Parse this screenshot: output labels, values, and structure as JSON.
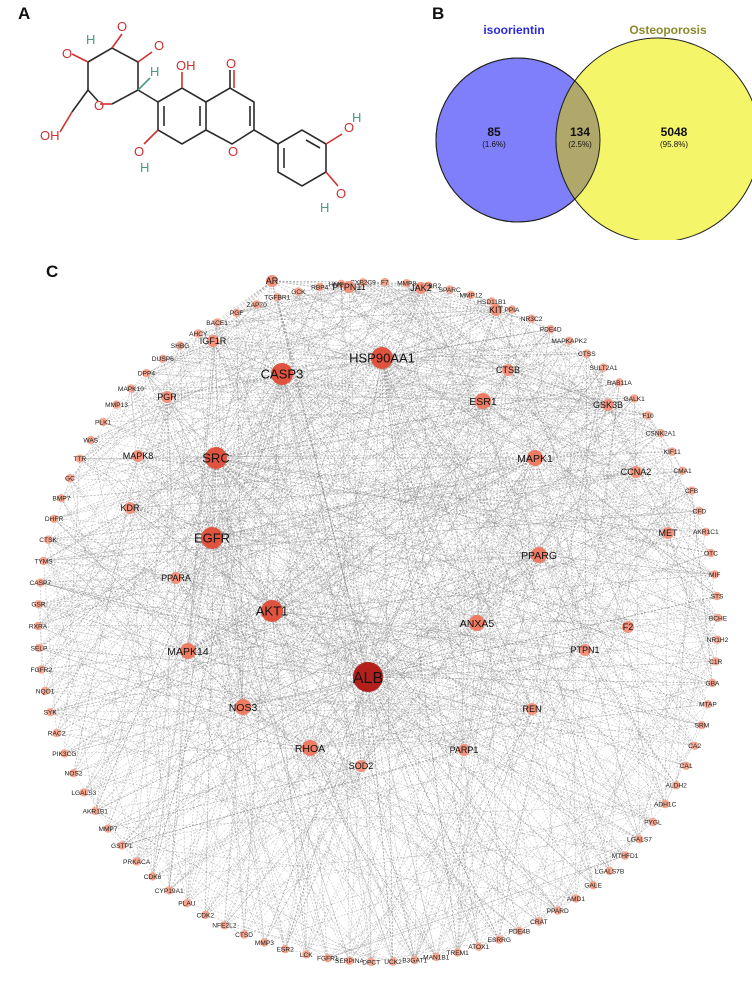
{
  "panels": {
    "a": "A",
    "b": "B",
    "c": "C"
  },
  "molecule": {
    "atoms": {
      "oxygen": "O",
      "hydroxyl": "OH",
      "hydrogen": "H"
    }
  },
  "venn": {
    "left_title": "isoorientin",
    "right_title": "Osteoporosis",
    "left_color": "#7f7ffb",
    "right_color": "#f5f56a",
    "overlap_color": "#b0a86a",
    "left_title_color": "#2a2ad6",
    "right_title_color": "#8a8a2a",
    "left_count": "85",
    "left_pct": "(1.6%)",
    "overlap_count": "134",
    "overlap_pct": "(2.5%)",
    "right_count": "5048",
    "right_pct": "(95.8%)"
  },
  "network": {
    "inner_nodes": [
      {
        "label": "ALB",
        "tier": 1
      },
      {
        "label": "AKT1",
        "tier": 2
      },
      {
        "label": "EGFR",
        "tier": 2
      },
      {
        "label": "SRC",
        "tier": 2
      },
      {
        "label": "CASP3",
        "tier": 2
      },
      {
        "label": "HSP90AA1",
        "tier": 2
      },
      {
        "label": "ESR1",
        "tier": 3
      },
      {
        "label": "PPARG",
        "tier": 3
      },
      {
        "label": "MAPK1",
        "tier": 3
      },
      {
        "label": "ANXA5",
        "tier": 3
      },
      {
        "label": "MAPK14",
        "tier": 3
      },
      {
        "label": "NOS3",
        "tier": 3
      },
      {
        "label": "RHOA",
        "tier": 3
      },
      {
        "label": "PPARA",
        "tier": 4
      },
      {
        "label": "KDR",
        "tier": 4
      },
      {
        "label": "MAPK8",
        "tier": 4
      },
      {
        "label": "PGR",
        "tier": 4
      },
      {
        "label": "IGF1R",
        "tier": 4
      },
      {
        "label": "AR",
        "tier": 4
      },
      {
        "label": "PTPN11",
        "tier": 4
      },
      {
        "label": "JAK2",
        "tier": 4
      },
      {
        "label": "KIT",
        "tier": 4
      },
      {
        "label": "CTSB",
        "tier": 4
      },
      {
        "label": "GSK3B",
        "tier": 4
      },
      {
        "label": "CCNA2",
        "tier": 4
      },
      {
        "label": "MET",
        "tier": 4
      },
      {
        "label": "F2",
        "tier": 4
      },
      {
        "label": "PTPN1",
        "tier": 4
      },
      {
        "label": "REN",
        "tier": 4
      },
      {
        "label": "PARP1",
        "tier": 4
      },
      {
        "label": "SOD2",
        "tier": 4
      }
    ],
    "outer_nodes": [
      "F7",
      "MMP8",
      "TGFBR2",
      "SPARC",
      "MMP12",
      "HSD11B1",
      "PPIA",
      "NR3C2",
      "PDE4D",
      "MAPKAPK2",
      "CTSS",
      "SULT2A1",
      "RAB11A",
      "GALK1",
      "F10",
      "CSNK2A1",
      "KIF11",
      "CMA1",
      "CFB",
      "CFD",
      "AKR1C1",
      "OTC",
      "MIF",
      "STS",
      "BCHE",
      "NR1H2",
      "C1R",
      "GBA",
      "MTAP",
      "SRM",
      "CA2",
      "CA1",
      "ALDH2",
      "ADH1C",
      "PYGL",
      "LGALS7",
      "MTHFD1",
      "LGALS7B",
      "GALE",
      "AMD1",
      "PPARD",
      "CRAT",
      "PDE4B",
      "ESRRG",
      "ATOX1",
      "TREM1",
      "MAN1B1",
      "B3GAT1",
      "UCK2",
      "DPCT",
      "SERPINA",
      "FGFR1",
      "LCK",
      "ESR2",
      "MMP3",
      "CTSD",
      "NFE2L2",
      "CDK2",
      "PLAU",
      "CYP19A1",
      "CDK6",
      "PRKACA",
      "GSTP1",
      "MMP7",
      "AKR1B1",
      "LGALS3",
      "NOS2",
      "PIK3CG",
      "RAC2",
      "SYK",
      "NQO1",
      "FGFR2",
      "SELP",
      "RXRA",
      "GSR",
      "CASP7",
      "TYMS",
      "CTSK",
      "DHFR",
      "BMP7",
      "GC",
      "TTR",
      "WAS",
      "PLK1",
      "MMP13",
      "MAPK10",
      "DPP4",
      "DUSP6",
      "SHBG",
      "AHCY",
      "BACE1",
      "PGF",
      "ZAP70",
      "TGFBR1",
      "GCK",
      "RBP4",
      "HMGCR",
      "CYP2C9"
    ]
  }
}
